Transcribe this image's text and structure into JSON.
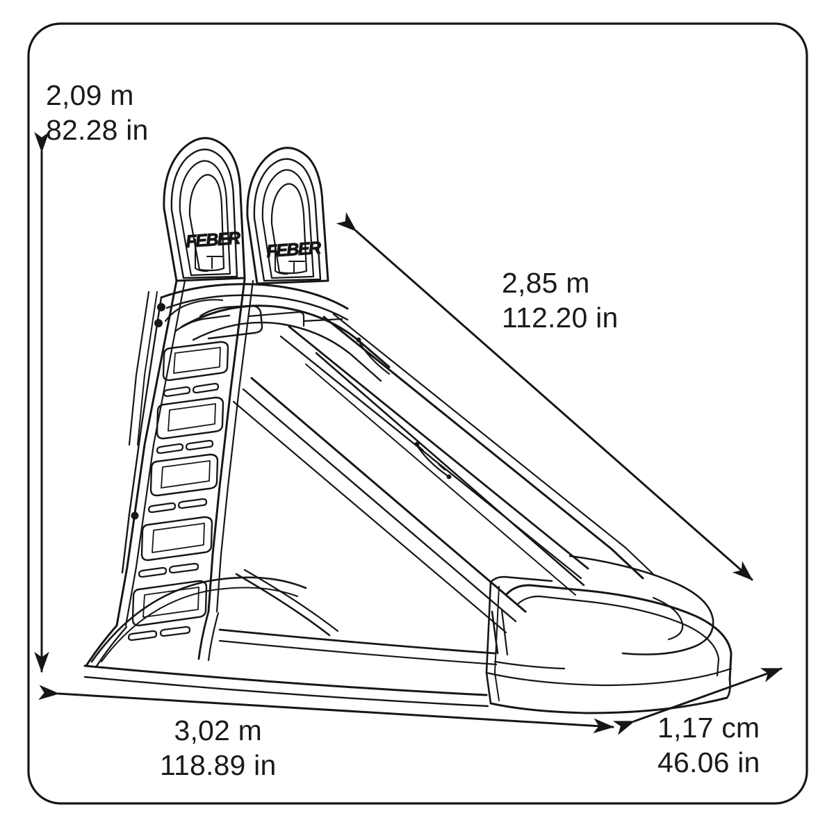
{
  "drawing": {
    "title": "Feber slide dimension diagram",
    "product_brand": "FEBER",
    "line_color": "#161616",
    "background_color": "#ffffff",
    "text_color": "#1a1a1a",
    "border": {
      "name": "rounded-frame",
      "corner_radius": 46
    }
  },
  "brand_badges": [
    {
      "id": "badge-left",
      "text": "FEBER"
    },
    {
      "id": "badge-right",
      "text": "FEBER"
    }
  ],
  "dimensions": {
    "height": {
      "name": "height",
      "metric": "2,09 m",
      "imperial": "82.28 in",
      "orientation": "vertical",
      "arrow": "double"
    },
    "slope": {
      "name": "slide-length",
      "metric": "2,85 m",
      "imperial": "112.20 in",
      "orientation": "diagonal",
      "arrow": "double"
    },
    "width": {
      "name": "width",
      "metric": "3,02 m",
      "imperial": "118.89 in",
      "orientation": "horizontal",
      "arrow": "double"
    },
    "depth": {
      "name": "depth",
      "metric": "1,17 cm",
      "imperial": "46.06 in",
      "orientation": "diagonal",
      "arrow": "double"
    }
  }
}
